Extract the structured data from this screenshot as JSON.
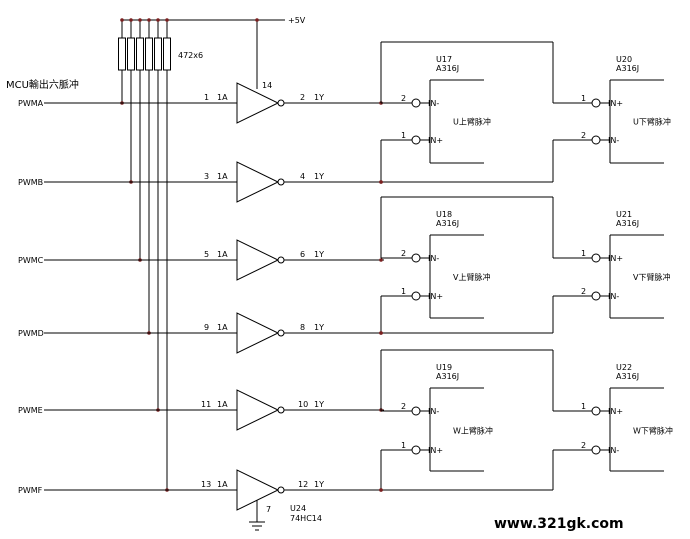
{
  "header": {
    "mcu_label": "MCU輸出六脈冲",
    "vcc": "+5V",
    "resistor_label": "472x6",
    "watermark": "www.321gk.com"
  },
  "pwm_inputs": [
    "PWMA",
    "PWMB",
    "PWMC",
    "PWMD",
    "PWME",
    "PWMF"
  ],
  "inverters": [
    {
      "in_pin": "1",
      "in_name": "1A",
      "out_pin": "2",
      "out_name": "1Y"
    },
    {
      "in_pin": "3",
      "in_name": "1A",
      "out_pin": "4",
      "out_name": "1Y"
    },
    {
      "in_pin": "5",
      "in_name": "1A",
      "out_pin": "6",
      "out_name": "1Y"
    },
    {
      "in_pin": "9",
      "in_name": "1A",
      "out_pin": "8",
      "out_name": "1Y"
    },
    {
      "in_pin": "11",
      "in_name": "1A",
      "out_pin": "10",
      "out_name": "1Y"
    },
    {
      "in_pin": "13",
      "in_name": "1A",
      "out_pin": "12",
      "out_name": "1Y"
    }
  ],
  "inverter_ic": {
    "vcc_pin": "14",
    "gnd_pin": "7",
    "ref": "U24",
    "part": "74HC14"
  },
  "drivers_upper": [
    {
      "ref": "U17",
      "part": "A316J",
      "label": "U上臂脉冲"
    },
    {
      "ref": "U18",
      "part": "A316J",
      "label": "V上臂脉冲"
    },
    {
      "ref": "U19",
      "part": "A316J",
      "label": "W上臂脉冲"
    }
  ],
  "drivers_lower": [
    {
      "ref": "U20",
      "part": "A316J",
      "label": "U下臂脉冲"
    },
    {
      "ref": "U21",
      "part": "A316J",
      "label": "V下臂脉冲"
    },
    {
      "ref": "U22",
      "part": "A316J",
      "label": "W下臂脉冲"
    }
  ],
  "driver_pins": {
    "in_minus": "IN-",
    "in_plus": "IN+",
    "pin1": "1",
    "pin2": "2"
  }
}
